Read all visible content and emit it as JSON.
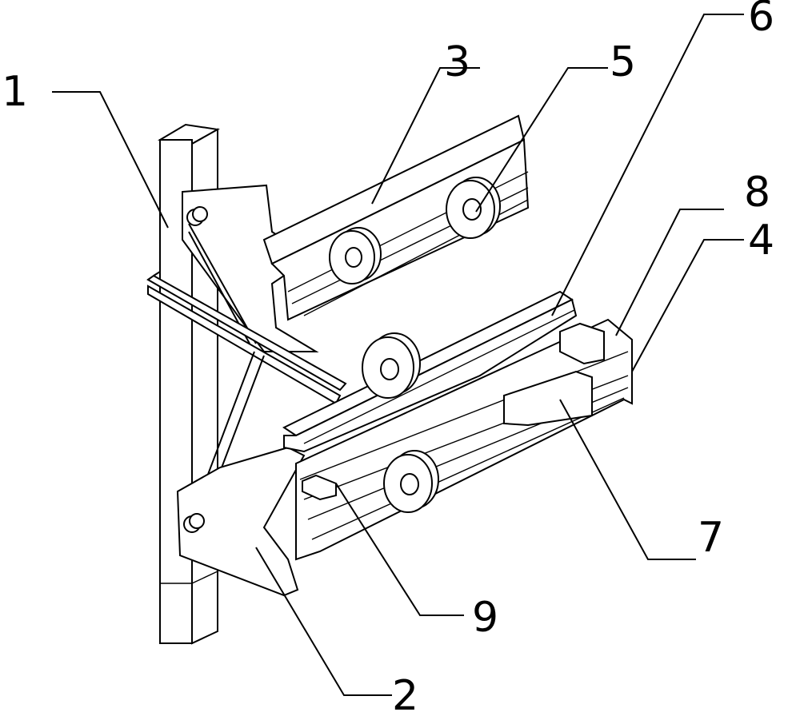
{
  "figure": {
    "labels": {
      "post": "1",
      "lower_bracket": "2",
      "upper_rail": "3",
      "lower_rail": "4",
      "wheel": "5",
      "middle_rail": "6",
      "support_block": "7",
      "stop_block": "8",
      "end_stop": "9"
    }
  }
}
